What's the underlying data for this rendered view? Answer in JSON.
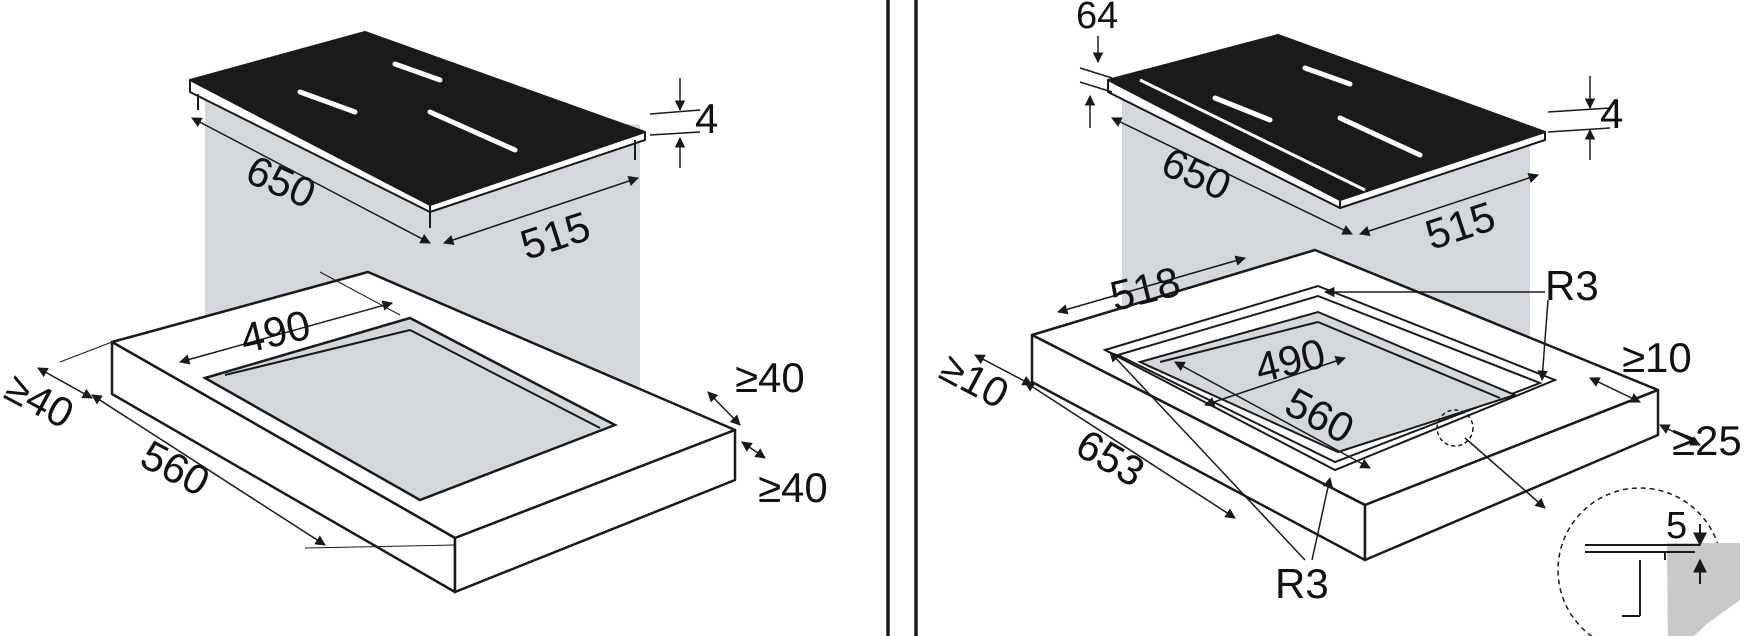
{
  "colors": {
    "line": "#1a1a1a",
    "hob_glass": "#1a1a1a",
    "burner_mark": "#ffffff",
    "cutout_shade": "#d4d7dc",
    "detail_shade": "#c9c9c9"
  },
  "left_panel": {
    "variant": "flush-top installation (surface mounted)",
    "hob_width": "650",
    "hob_depth": "515",
    "hob_glass_thickness": "4",
    "cutout_width": "560",
    "cutout_depth": "490",
    "min_front_distance": "≥40",
    "min_back_distance": "≥40",
    "min_side_distance": "≥40"
  },
  "right_panel": {
    "variant": "flush installation (recessed)",
    "frame_height": "64",
    "hob_width": "650",
    "hob_depth": "515",
    "hob_glass_thickness": "4",
    "rebate_depth": "518",
    "rebate_width": "653",
    "cutout_depth": "490",
    "cutout_width": "560",
    "radius_top": "R3",
    "radius_bottom": "R3",
    "min_side_distance": "≥10",
    "min_back_distance": "≥10",
    "min_edge_distance": "≥25",
    "detail_rebate_depth": "5"
  }
}
